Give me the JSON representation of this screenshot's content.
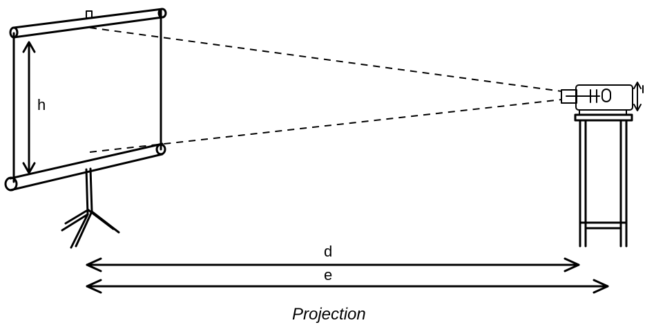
{
  "labels": {
    "screen_height": "h",
    "projector_distance": "d",
    "total_distance": "e",
    "caption": "Projection"
  }
}
